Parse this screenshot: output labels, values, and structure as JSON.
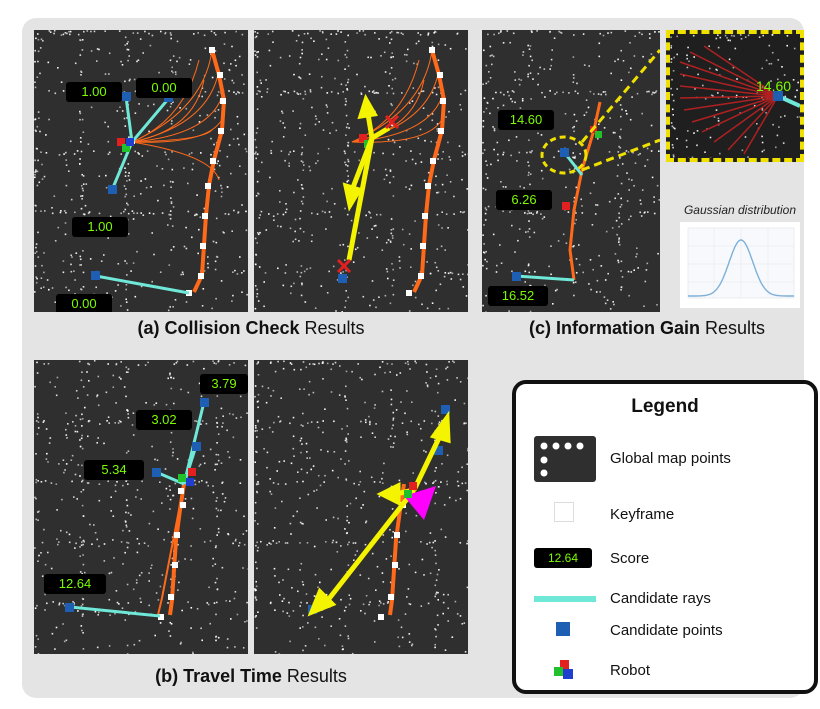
{
  "captions": {
    "a": {
      "bold": "(a) Collision Check",
      "rest": " Results"
    },
    "b": {
      "bold": "(b) Travel Time",
      "rest": " Results"
    },
    "c": {
      "bold": "(c) Information Gain",
      "rest": " Results"
    }
  },
  "panel_a1": {
    "scores": [
      "1.00",
      "0.00",
      "1.00",
      "0.00"
    ]
  },
  "panel_b1": {
    "scores": [
      "3.79",
      "3.02",
      "5.34",
      "12.64"
    ]
  },
  "panel_c": {
    "scores": [
      "14.60",
      "6.26",
      "16.52"
    ],
    "zoom_value": "14.60"
  },
  "gaussian": {
    "title": "Gaussian distribution"
  },
  "legend": {
    "title": "Legend",
    "items": [
      {
        "label": "Global map points"
      },
      {
        "label": "Keyframe"
      },
      {
        "label": "Score",
        "sample": "12.64"
      },
      {
        "label": "Candidate rays"
      },
      {
        "label": "Candidate points"
      },
      {
        "label": "Robot"
      }
    ]
  },
  "colors": {
    "background_panel": "#2f2f2f",
    "trajectory": "#ff6a1a",
    "candidate_ray": "#6fe8d8",
    "candidate_point": "#1e5fb4",
    "arrow": "#f4f400",
    "score_text": "#7CFC00",
    "highlight": "#f0e000",
    "goal_marker": "#ff00ff"
  }
}
